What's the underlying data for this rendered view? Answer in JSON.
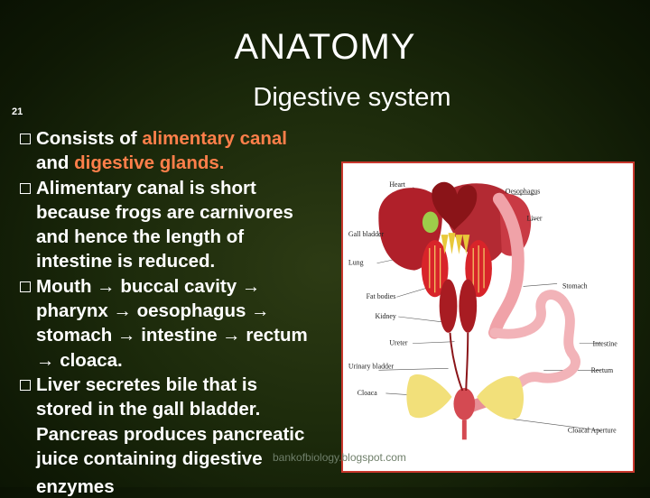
{
  "slide": {
    "title": "ANATOMY",
    "subtitle": "Digestive system",
    "number": "21"
  },
  "bullets": [
    {
      "before": "Consists of ",
      "highlight": "alimentary canal",
      "mid": "",
      "tail": "and ",
      "highlight2": "digestive glands."
    },
    {
      "lines": [
        "Alimentary canal is short",
        "because frogs are carnivores",
        "and hence the length of",
        "intestine is reduced."
      ]
    },
    {
      "lines": [
        "Mouth → buccal cavity →",
        "pharynx → oesophagus →",
        "stomach → intestine → rectum",
        "→ cloaca."
      ]
    },
    {
      "lines": [
        "Liver secretes bile that is",
        "stored in the gall bladder."
      ]
    }
  ],
  "continuation": [
    "Pancreas produces pancreatic",
    "juice containing digestive"
  ],
  "cutoff_text": "enzymes",
  "figure": {
    "labels_left": [
      "Heart",
      "Gall bladder",
      "Lung",
      "Fat bodies",
      "Kidney",
      "Ureter",
      "Urinary bladder",
      "Cloaca"
    ],
    "labels_right": [
      "Oesophagus",
      "Liver",
      "Stomach",
      "Intestine",
      "Rectum",
      "Cloacal Aperture"
    ]
  },
  "watermark": "bankofbiology.blogspot.com",
  "colors": {
    "background": "#1c2a0b",
    "highlight": "#ff7f4a",
    "figure_border": "#c8372d"
  }
}
